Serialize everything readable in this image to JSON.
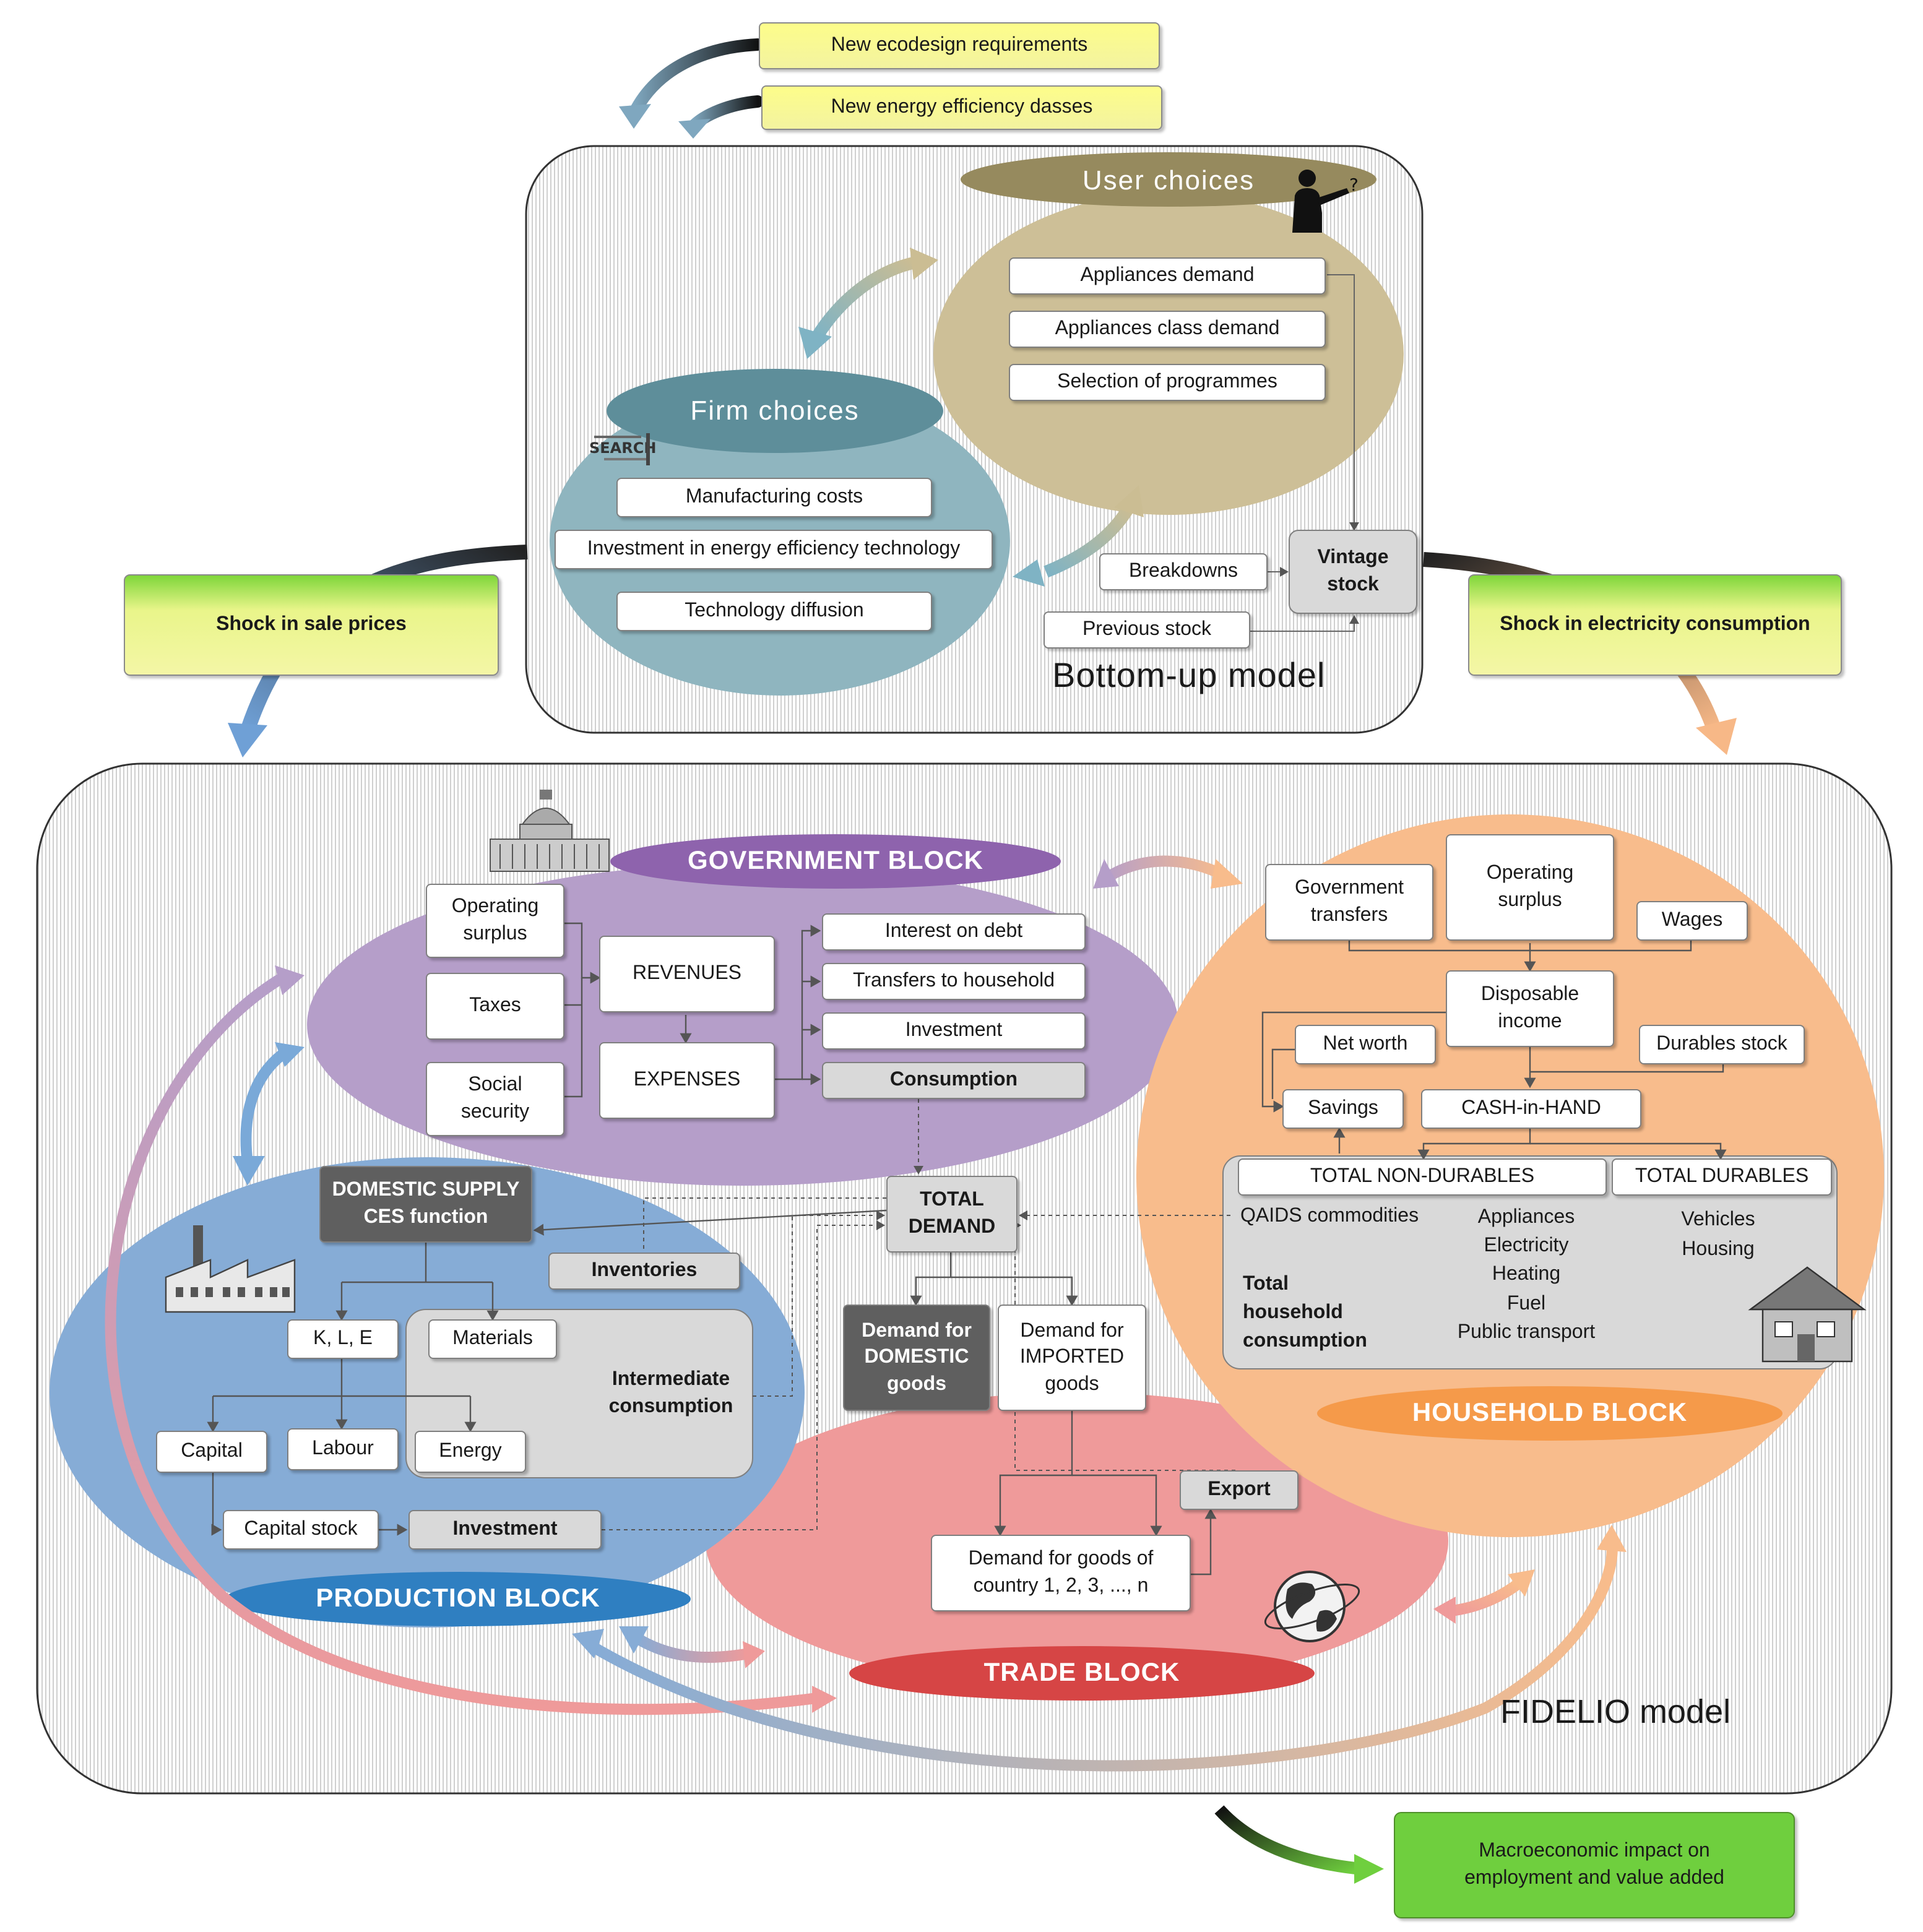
{
  "top": {
    "new_ecodesign": "New ecodesign requirements",
    "new_energy_classes": "New energy efficiency dasses"
  },
  "bottom_up": {
    "label": "Bottom-up model",
    "user_choices": {
      "title": "User choices",
      "appliances_demand": "Appliances demand",
      "appliances_class_demand": "Appliances class demand",
      "selection_of_programmes": "Selection of programmes"
    },
    "firm_choices": {
      "title": "Firm choices",
      "manufacturing_costs": "Manufacturing costs",
      "investment_tech": "Investment in energy efficiency technology",
      "technology_diffusion": "Technology diffusion"
    },
    "breakdowns": "Breakdowns",
    "vintage_stock": "Vintage\nstock",
    "previous_stock": "Previous stock"
  },
  "shocks": {
    "sale_prices": "Shock in sale prices",
    "electricity": "Shock in electricity consumption"
  },
  "fidelio": {
    "label": "FIDELIO model",
    "government": {
      "title": "GOVERNMENT BLOCK",
      "operating_surplus": "Operating\nsurplus",
      "taxes": "Taxes",
      "social_security": "Social\nsecurity",
      "revenues": "REVENUES",
      "expenses": "EXPENSES",
      "interest_on_debt": "Interest on debt",
      "transfers_to_household": "Transfers to household",
      "investment": "Investment",
      "consumption": "Consumption"
    },
    "total_demand": "TOTAL\nDEMAND",
    "production": {
      "title": "PRODUCTION BLOCK",
      "domestic_supply": "DOMESTIC SUPPLY\nCES function",
      "inventories": "Inventories",
      "kle": "K, L, E",
      "materials": "Materials",
      "intermediate_consumption": "Intermediate\nconsumption",
      "capital": "Capital",
      "labour": "Labour",
      "energy": "Energy",
      "capital_stock": "Capital stock",
      "investment": "Investment"
    },
    "trade": {
      "title": "TRADE BLOCK",
      "demand_domestic": "Demand for\nDOMESTIC\ngoods",
      "demand_imported": "Demand for\nIMPORTED\ngoods",
      "export": "Export",
      "demand_countries": "Demand for goods of\ncountry 1, 2, 3, ..., n"
    },
    "household": {
      "title": "HOUSEHOLD BLOCK",
      "government_transfers": "Government\ntransfers",
      "operating_surplus": "Operating\nsurplus",
      "wages": "Wages",
      "disposable_income": "Disposable\nincome",
      "net_worth": "Net worth",
      "durables_stock": "Durables stock",
      "savings": "Savings",
      "cash_in_hand": "CASH-in-HAND",
      "total_non_durables": "TOTAL NON-DURABLES",
      "total_durables": "TOTAL DURABLES",
      "qaids": "QAIDS commodities",
      "appliances_list": "Appliances\nElectricity\nHeating\nFuel\nPublic transport",
      "vehicles_housing": "Vehicles\nHousing",
      "total_household_consumption": "Total\nhousehold\nconsumption"
    }
  },
  "macro_impact": "Macroeconomic impact on\nemployment and value added",
  "icon_text": {
    "search": "SEARCH",
    "question": "?"
  },
  "colors": {
    "government": "#b59ec9",
    "production": "#86acd6",
    "trade": "#ef9a9a",
    "household": "#f8bc8c",
    "user_choices": "#cdbf97",
    "firm_choices": "#8fb5bf"
  },
  "icons": [
    "capitol-icon",
    "factory-icon",
    "globe-icon",
    "house-icon",
    "presenter-icon",
    "search-wordcloud-icon"
  ]
}
